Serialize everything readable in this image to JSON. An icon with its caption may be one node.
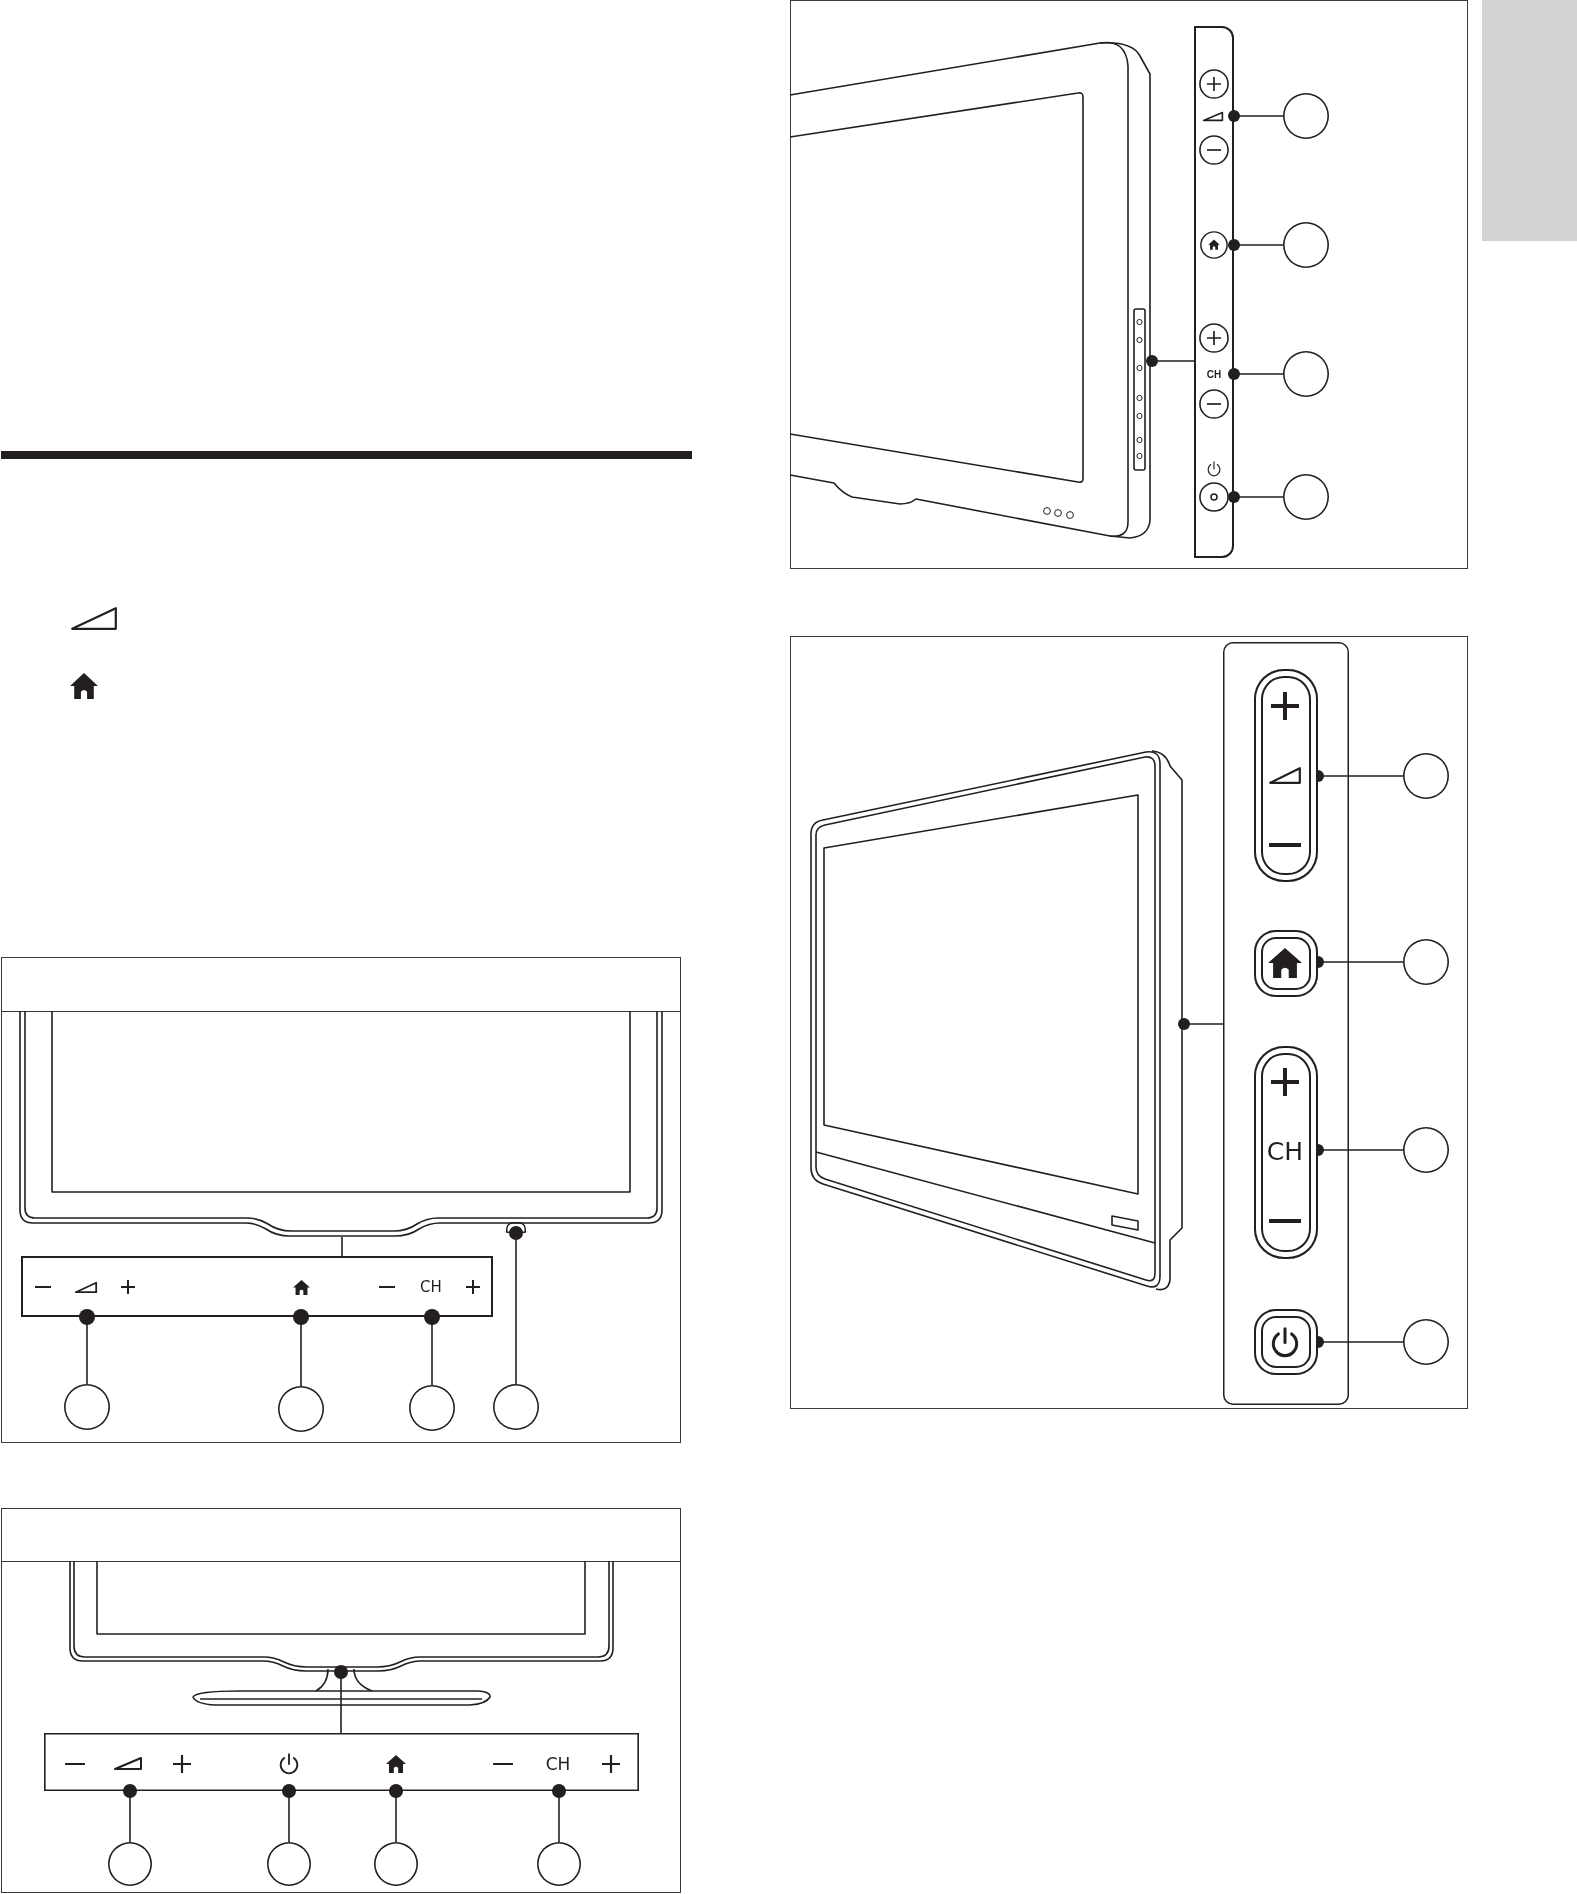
{
  "diagram": {
    "nodes": [
      {
        "text": [],
        "shape": "picture"
      },
      {
        "text": [
          "CH"
        ]
      },
      {
        "text": [],
        "shape": "box",
        "in": 0
      },
      {
        "text": [],
        "shape": "circle"
      },
      {
        "text": [],
        "shape": "circle"
      },
      {
        "text": [],
        "shape": "circle"
      },
      {
        "text": [],
        "shape": "circle"
      },
      {
        "text": [],
        "shape": "picture"
      },
      {
        "text": [
          "CH"
        ]
      },
      {
        "text": [],
        "shape": "circle"
      },
      {
        "text": [],
        "shape": "circle"
      },
      {
        "text": [],
        "shape": "circle"
      },
      {
        "text": [],
        "shape": "circle"
      },
      {
        "text": [],
        "shape": "picture"
      },
      {
        "text": [
          "CH"
        ]
      },
      {
        "text": [],
        "shape": "circle"
      },
      {
        "text": [],
        "shape": "circle"
      },
      {
        "text": [],
        "shape": "circle"
      },
      {
        "text": [],
        "shape": "circle"
      },
      {
        "text": [],
        "shape": "picture"
      },
      {
        "text": [],
        "shape": "box"
      },
      {
        "text": [],
        "shape": "box",
        "in": 20
      },
      {
        "text": [],
        "shape": "box",
        "in": 20
      },
      {
        "text": [
          "CH"
        ],
        "in": 20
      },
      {
        "text": [],
        "shape": "box",
        "in": 20
      },
      {
        "text": [],
        "shape": "circle"
      },
      {
        "text": [],
        "shape": "circle"
      },
      {
        "text": [],
        "shape": "circle"
      },
      {
        "text": [],
        "shape": "circle"
      },
      {
        "text": [],
        "shape": "box"
      }
    ],
    "edges": [
      {
        "from": 0,
        "to": 1,
        "arrow": "none"
      },
      {
        "from": 3,
        "to": 1,
        "arrow": "other"
      },
      {
        "from": 4,
        "to": 1,
        "arrow": "other"
      },
      {
        "from": 5,
        "to": 1,
        "arrow": "other"
      },
      {
        "from": 6,
        "to": 2,
        "arrow": "other"
      },
      {
        "from": 8,
        "to": 7,
        "arrow": "other"
      },
      {
        "from": 9,
        "to": 8,
        "arrow": "other"
      },
      {
        "from": 10,
        "to": 8,
        "arrow": "other"
      },
      {
        "from": 11,
        "to": 8,
        "arrow": "other"
      },
      {
        "from": 12,
        "to": 8,
        "arrow": "other"
      },
      {
        "from": 14,
        "to": 13,
        "arrow": "other"
      },
      {
        "from": 15,
        "to": 14,
        "arrow": "other"
      },
      {
        "from": 16,
        "to": 14,
        "arrow": "other"
      },
      {
        "from": 17,
        "to": 14,
        "arrow": "other"
      },
      {
        "from": 18,
        "to": 14,
        "arrow": "other"
      },
      {
        "from": 20,
        "to": 19,
        "arrow": "other"
      },
      {
        "from": 25,
        "to": 21,
        "arrow": "other"
      },
      {
        "from": 26,
        "to": 22,
        "arrow": "other"
      },
      {
        "from": 27,
        "to": 23,
        "arrow": "other"
      },
      {
        "from": 28,
        "to": 24,
        "arrow": "other"
      }
    ]
  }
}
